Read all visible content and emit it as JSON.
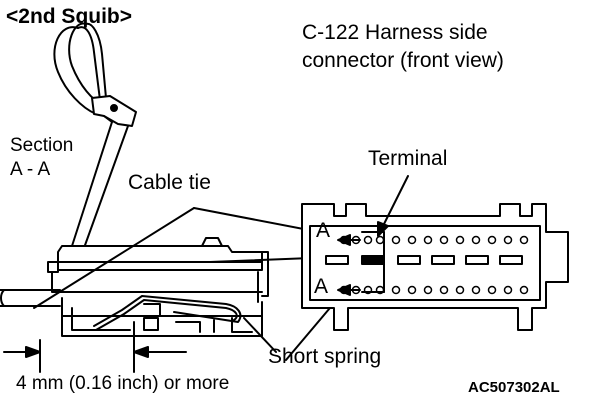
{
  "figure": {
    "heading": "<2nd Squib>",
    "connector_title_line1": "C-122 Harness side",
    "connector_title_line2": "connector (front view)",
    "section_label_line1": "Section",
    "section_label_line2": "A - A",
    "cable_tie_label": "Cable tie",
    "terminal_label": "Terminal",
    "short_spring_label": "Short spring",
    "dimension_label": "4 mm (0.16 inch) or more",
    "section_marker_top": "A",
    "section_marker_bottom": "A",
    "figure_code": "AC507302AL"
  },
  "colors": {
    "line": "#000000",
    "background": "#ffffff"
  }
}
